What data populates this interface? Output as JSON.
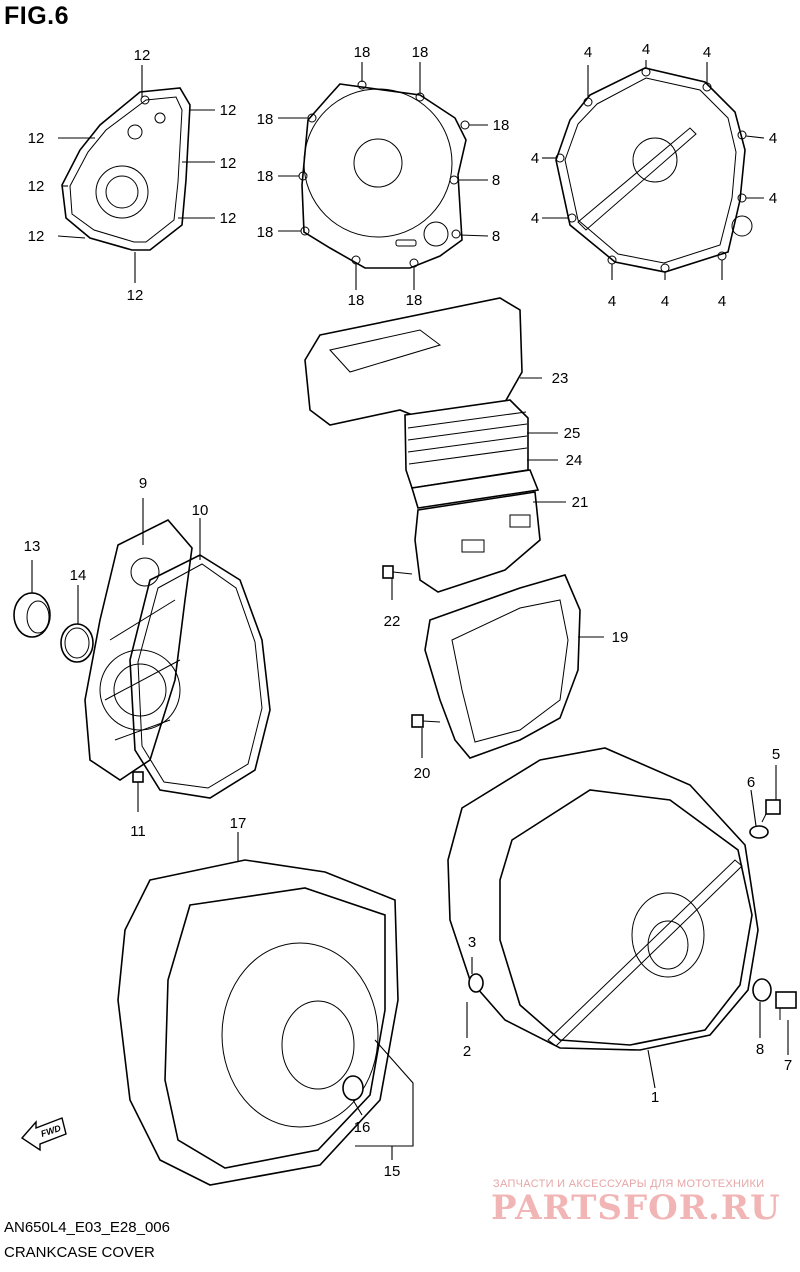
{
  "figure": {
    "title": "FIG.6",
    "code": "AN650L4_E03_E28_006",
    "caption": "CRANKCASE COVER",
    "fwd_label": "FWD"
  },
  "watermark": {
    "tagline": "ЗАПЧАСТИ И АКСЕССУАРЫ ДЛЯ МОТОТЕХНИКИ",
    "brand": "PARTSFOR.RU",
    "color": "#f2b5b5"
  },
  "callouts": {
    "c1": "1",
    "c2": "2",
    "c3": "3",
    "c4": "4",
    "c5": "5",
    "c6": "6",
    "c7": "7",
    "c8": "8",
    "c9": "9",
    "c10": "10",
    "c11": "11",
    "c12": "12",
    "c13": "13",
    "c14": "14",
    "c15": "15",
    "c16": "16",
    "c17": "17",
    "c18": "18",
    "c19": "19",
    "c20": "20",
    "c21": "21",
    "c22": "22",
    "c23": "23",
    "c24": "24",
    "c25": "25"
  }
}
